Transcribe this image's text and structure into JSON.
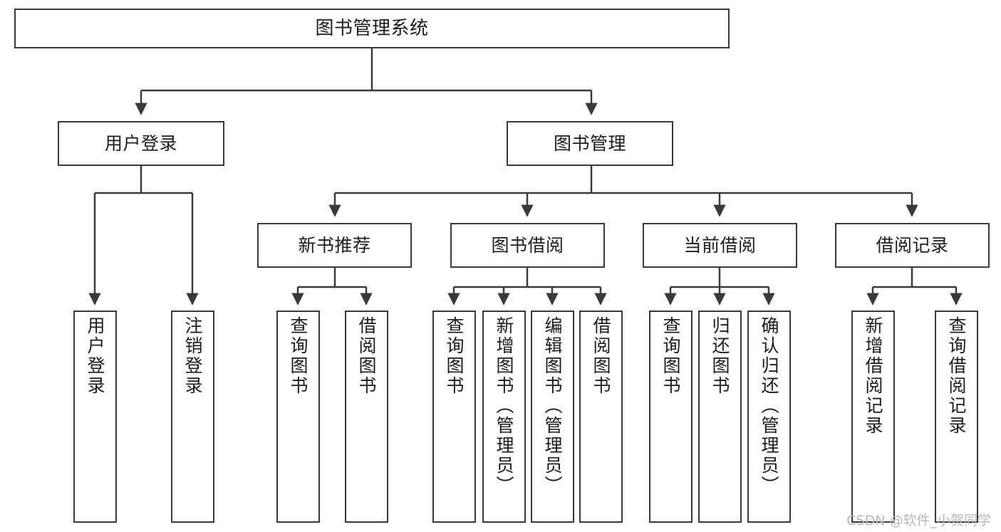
{
  "diagram": {
    "title": "图书管理系统",
    "type": "functional-structure-tree",
    "watermark": "CSDN @软件_小贺同学",
    "colors": {
      "border": "#3a3a3a",
      "background": "#ffffff",
      "text": "#1c1c1c",
      "watermark": "#b8b8b8"
    },
    "levels": {
      "root": {
        "id": "root",
        "label": "图书管理系统"
      },
      "level2": [
        {
          "id": "user-login",
          "label": "用户登录"
        },
        {
          "id": "book-manage",
          "label": "图书管理"
        }
      ],
      "level3": [
        {
          "id": "new-book-recommend",
          "label": "新书推荐",
          "parent": "book-manage"
        },
        {
          "id": "book-borrow",
          "label": "图书借阅",
          "parent": "book-manage"
        },
        {
          "id": "current-borrow",
          "label": "当前借阅",
          "parent": "book-manage"
        },
        {
          "id": "borrow-record",
          "label": "借阅记录",
          "parent": "book-manage"
        }
      ],
      "leaves": [
        {
          "id": "leaf-user-login",
          "label": "用户登录",
          "parent": "user-login"
        },
        {
          "id": "leaf-logout-login",
          "label": "注销登录",
          "parent": "user-login"
        },
        {
          "id": "leaf-query-book-1",
          "label": "查询图书",
          "parent": "new-book-recommend"
        },
        {
          "id": "leaf-borrow-book-1",
          "label": "借阅图书",
          "parent": "new-book-recommend"
        },
        {
          "id": "leaf-query-book-2",
          "label": "查询图书",
          "parent": "book-borrow"
        },
        {
          "id": "leaf-add-book",
          "label": "新增图书（管理员）",
          "parent": "book-borrow"
        },
        {
          "id": "leaf-edit-book",
          "label": "编辑图书（管理员）",
          "parent": "book-borrow"
        },
        {
          "id": "leaf-borrow-book-2",
          "label": "借阅图书",
          "parent": "book-borrow"
        },
        {
          "id": "leaf-query-book-3",
          "label": "查询图书",
          "parent": "current-borrow"
        },
        {
          "id": "leaf-return-book",
          "label": "归还图书",
          "parent": "current-borrow"
        },
        {
          "id": "leaf-confirm-return",
          "label": "确认归还（管理员）",
          "parent": "current-borrow"
        },
        {
          "id": "leaf-add-record",
          "label": "新增借阅记录",
          "parent": "borrow-record"
        },
        {
          "id": "leaf-query-record",
          "label": "查询借阅记录",
          "parent": "borrow-record"
        }
      ]
    }
  }
}
